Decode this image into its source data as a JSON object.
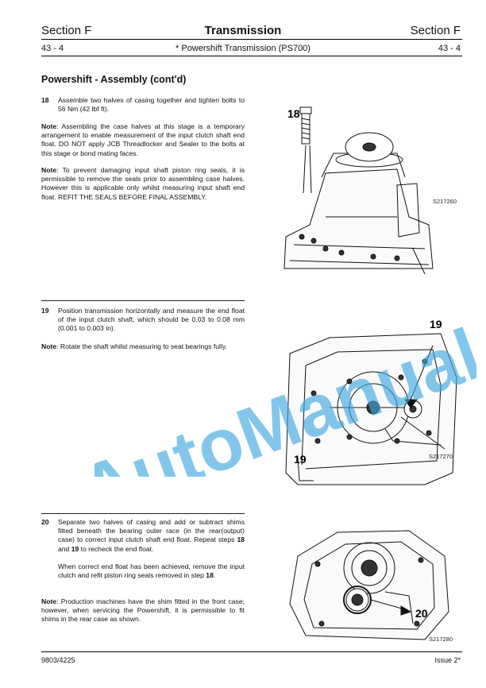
{
  "header": {
    "section_left": "Section F",
    "title": "Transmission",
    "section_right": "Section F",
    "page_left": "43 - 4",
    "subtitle": "* Powershift Transmission (PS700)",
    "page_right": "43 - 4"
  },
  "heading": "Powershift - Assembly (cont'd)",
  "step18": {
    "num": "18",
    "text": "Assemble two halves of casing together and tighten bolts to 56 Nm (42 lbf ft).",
    "note1_label": "Note",
    "note1_text": ": Assembling the case halves at this stage is a temporary arrangement to enable measurement of the input clutch shaft end float. DO NOT apply JCB Threadlocker and Sealer to the bolts at this stage or bond mating faces.",
    "note2_label": "Note",
    "note2_text": ": To prevent damaging input shaft piston ring seals, it is permissible to remove the seals prior to assembling case halves. However this is applicable only whilst measuring input shaft end float. REFIT THE SEALS BEFORE FINAL ASSEMBLY."
  },
  "step19": {
    "num": "19",
    "text": "Position transmission horizontally and measure the end float of the input clutch shaft, which should be 0.03 to 0.08 mm (0.001 to 0.003 in).",
    "note_label": "Note",
    "note_text": ": Rotate the shaft whilst measuring to seat bearings fully."
  },
  "step20": {
    "num": "20",
    "text_a": "Separate two halves of casing and add or subtract shims fitted beneath the bearing outer race (in the rear(output) case) to correct input clutch shaft end float. Repeat steps ",
    "ref_a": "18",
    "text_b": " and ",
    "ref_b": "19",
    "text_c": " to recheck the end float.",
    "para2_a": "When correct end float has been achieved, remove the input clutch and refit piston ring seals removed in step ",
    "para2_ref": "18",
    "para2_end": ".",
    "note_label": "Note",
    "note_text": ": Production machines have the shim fitted in the front case; however, when servicing the Powershift, it is permissible to fit shims in the rear case as shown."
  },
  "figures": {
    "fig1": {
      "callout": "18",
      "code": "S217260"
    },
    "fig2": {
      "callout": "19",
      "callout2": "19",
      "code": "S217270"
    },
    "fig3": {
      "callout": "20",
      "code": "S217280"
    }
  },
  "footer": {
    "left": "9803/4225",
    "right": "Issue 2*"
  },
  "watermark": {
    "text": "AutoManual",
    "color": "#3fa9e0"
  }
}
